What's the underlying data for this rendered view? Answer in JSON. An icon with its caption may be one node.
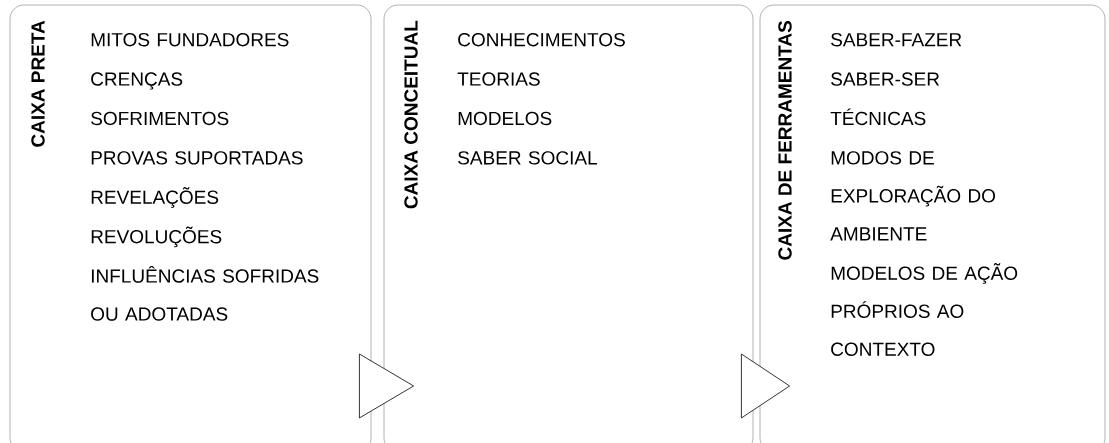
{
  "diagram": {
    "nodes": [
      {
        "text": [
          "CAIXA PRETA",
          "MITOS FUNDADORES",
          "CRENÇAS",
          "SOFRIMENTOS",
          "PROVAS SUPORTADAS",
          "REVELAÇÕES",
          "REVOLUÇÕES",
          "INFLUÊNCIAS SOFRIDAS OU ADOTADAS"
        ]
      },
      {
        "text": [
          "CAIXA CONCEITUAL",
          "CONHECIMENTOS",
          "TEORIAS",
          "MODELOS",
          "SABER SOCIAL"
        ]
      },
      {
        "text": [
          "CAIXA DE FERRAMENTAS",
          "SABER-FAZER",
          "SABER-SER",
          "TÉCNICAS",
          "MODOS DE EXPLORAÇÃO DO AMBIENTE",
          "MODELOS DE AÇÃO PRÓPRIOS AO CONTEXTO"
        ]
      }
    ],
    "edges": [
      {
        "from": 0,
        "to": 1,
        "arrow": "to"
      },
      {
        "from": 1,
        "to": 2,
        "arrow": "to"
      }
    ]
  }
}
